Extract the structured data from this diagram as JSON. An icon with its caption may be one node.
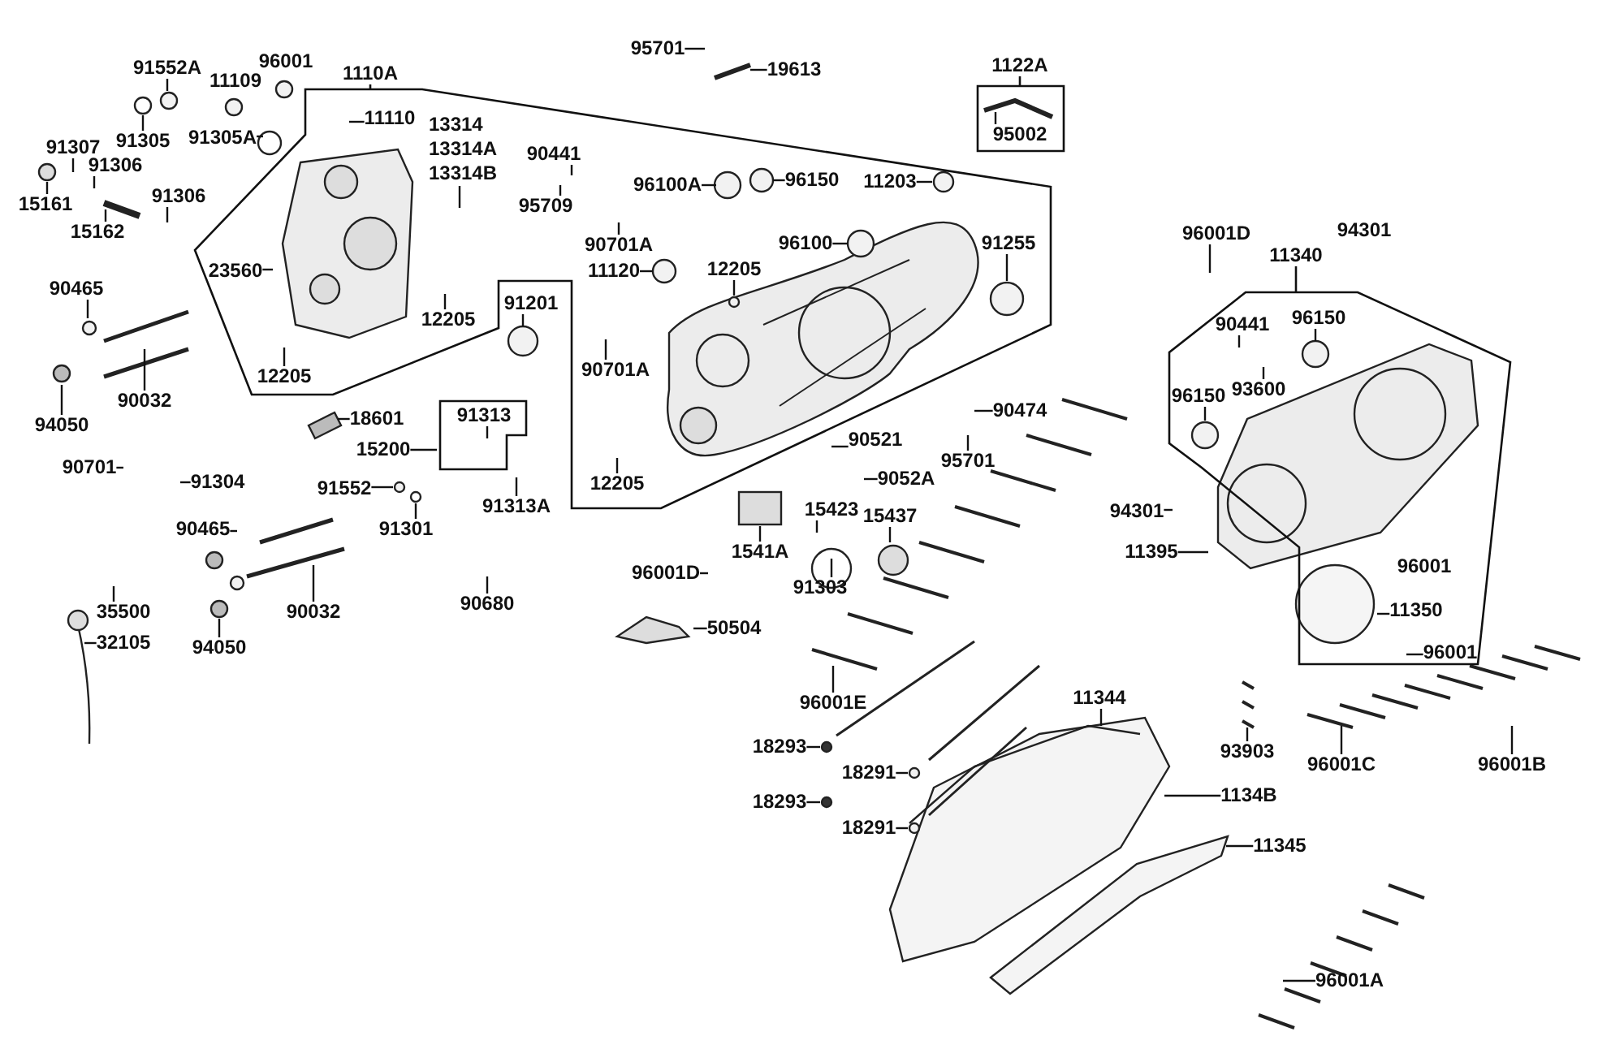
{
  "diagram": {
    "nodes": [
      {
        "text": [
          "1110A"
        ]
      },
      {
        "text": [
          "11110"
        ],
        "in": 0
      },
      {
        "text": [
          "13314",
          "13314A",
          "13314B"
        ],
        "in": 0
      },
      {
        "text": [
          "23560"
        ],
        "in": 0
      },
      {
        "text": [
          "12205"
        ],
        "in": 0
      },
      {
        "text": [
          "12205"
        ],
        "in": 0
      },
      {
        "text": [
          "90441"
        ],
        "in": 0
      },
      {
        "text": [
          "95709"
        ],
        "in": 0
      },
      {
        "text": [
          "96100A"
        ],
        "in": 0
      },
      {
        "text": [
          "96150"
        ],
        "in": 0
      },
      {
        "text": [
          "96100"
        ],
        "in": 0
      },
      {
        "text": [
          "11203"
        ],
        "in": 0
      },
      {
        "text": [
          "90701A"
        ],
        "in": 0
      },
      {
        "text": [
          "11120"
        ],
        "in": 0
      },
      {
        "text": [
          "12205"
        ],
        "in": 0
      },
      {
        "text": [
          "91255"
        ],
        "in": 0
      },
      {
        "text": [
          "90701A"
        ],
        "in": 0
      },
      {
        "text": [
          "12205"
        ],
        "in": 0
      },
      {
        "text": [
          "91552A"
        ]
      },
      {
        "text": [
          "91305"
        ]
      },
      {
        "text": [
          "91305A"
        ]
      },
      {
        "text": [
          "91307"
        ]
      },
      {
        "text": [
          "91306"
        ]
      },
      {
        "text": [
          "15161"
        ]
      },
      {
        "text": [
          "91306"
        ]
      },
      {
        "text": [
          "15162"
        ]
      },
      {
        "text": [
          "91201"
        ]
      },
      {
        "text": [
          "90465"
        ]
      },
      {
        "text": [
          "90032"
        ]
      },
      {
        "text": [
          "94050"
        ]
      },
      {
        "text": [],
        "shape": "box"
      },
      {
        "text": [
          "91313"
        ],
        "in": 30
      },
      {
        "text": [
          "18601"
        ]
      },
      {
        "text": [
          "15200"
        ]
      },
      {
        "text": [
          "91313A"
        ]
      },
      {
        "text": [
          "90701"
        ]
      },
      {
        "text": [
          "91304"
        ]
      },
      {
        "text": [
          "91552"
        ]
      },
      {
        "text": [
          "91301"
        ]
      },
      {
        "text": [
          "90465"
        ]
      },
      {
        "text": [
          "90032"
        ]
      },
      {
        "text": [
          "94050"
        ]
      },
      {
        "text": [
          "35500"
        ]
      },
      {
        "text": [
          "32105"
        ]
      },
      {
        "text": [
          "90680"
        ]
      },
      {
        "text": [
          "95701"
        ]
      },
      {
        "text": [
          "19613"
        ]
      },
      {
        "text": [
          "1122A"
        ]
      },
      {
        "text": [
          "95002"
        ],
        "in": 47
      },
      {
        "text": [
          "90474"
        ]
      },
      {
        "text": [
          "95701"
        ]
      },
      {
        "text": [
          "90521"
        ]
      },
      {
        "text": [
          "9052A"
        ]
      },
      {
        "text": [
          "15423"
        ]
      },
      {
        "text": [
          "15437"
        ]
      },
      {
        "text": [
          "1541A"
        ]
      },
      {
        "text": [
          "91303"
        ]
      },
      {
        "text": [
          "96001D"
        ]
      },
      {
        "text": [
          "50504"
        ]
      },
      {
        "text": [
          "96001E"
        ]
      },
      {
        "text": [
          "18293"
        ]
      },
      {
        "text": [
          "18291"
        ]
      },
      {
        "text": [
          "18293"
        ]
      },
      {
        "text": [
          "18291"
        ]
      },
      {
        "text": [
          "11344"
        ]
      },
      {
        "text": [
          "1134B"
        ]
      },
      {
        "text": [
          "11345"
        ]
      },
      {
        "text": [
          "96001A"
        ]
      },
      {
        "text": [
          "93903"
        ]
      },
      {
        "text": [
          "96001C"
        ]
      },
      {
        "text": [
          "96001B"
        ]
      },
      {
        "text": [
          "96001D"
        ]
      },
      {
        "text": [
          "11340"
        ]
      },
      {
        "text": [
          "90441"
        ],
        "in": 72
      },
      {
        "text": [
          "93600"
        ],
        "in": 72
      },
      {
        "text": [
          "96150"
        ],
        "in": 72
      },
      {
        "text": [
          "96150"
        ],
        "in": 72
      },
      {
        "text": [
          "11350"
        ],
        "in": 72
      },
      {
        "text": [
          "96001"
        ],
        "in": 72
      },
      {
        "text": [
          "94301"
        ]
      },
      {
        "text": [
          "11395"
        ]
      }
    ],
    "edges": [
      {
        "from": 1,
        "to": null,
        "arrow": "none"
      },
      {
        "from": 2,
        "to": null,
        "arrow": "none"
      },
      {
        "from": 3,
        "to": null,
        "arrow": "none"
      },
      {
        "from": 4,
        "to": null,
        "arrow": "none"
      },
      {
        "from": 5,
        "to": null,
        "arrow": "none"
      },
      {
        "from": 6,
        "to": null,
        "arrow": "none"
      },
      {
        "from": 7,
        "to": null,
        "arrow": "none"
      },
      {
        "from": 8,
        "to": null,
        "arrow": "none"
      },
      {
        "from": 9,
        "to": null,
        "arrow": "none"
      },
      {
        "from": 10,
        "to": null,
        "arrow": "none"
      },
      {
        "from": 11,
        "to": null,
        "arrow": "none"
      },
      {
        "from": 12,
        "to": null,
        "arrow": "none"
      },
      {
        "from": 13,
        "to": null,
        "arrow": "none"
      },
      {
        "from": 14,
        "to": null,
        "arrow": "none"
      },
      {
        "from": 15,
        "to": null,
        "arrow": "none"
      },
      {
        "from": 16,
        "to": null,
        "arrow": "none"
      },
      {
        "from": 17,
        "to": null,
        "arrow": "none"
      },
      {
        "from": 18,
        "to": null,
        "arrow": "none"
      },
      {
        "from": 19,
        "to": null,
        "arrow": "none"
      },
      {
        "from": 20,
        "to": null,
        "arrow": "none"
      },
      {
        "from": 21,
        "to": null,
        "arrow": "none"
      },
      {
        "from": 22,
        "to": null,
        "arrow": "none"
      },
      {
        "from": 23,
        "to": null,
        "arrow": "none"
      },
      {
        "from": 24,
        "to": null,
        "arrow": "none"
      },
      {
        "from": 25,
        "to": null,
        "arrow": "none"
      },
      {
        "from": 26,
        "to": null,
        "arrow": "none"
      },
      {
        "from": 27,
        "to": null,
        "arrow": "none"
      },
      {
        "from": 28,
        "to": null,
        "arrow": "none"
      },
      {
        "from": 29,
        "to": null,
        "arrow": "none"
      },
      {
        "from": 31,
        "to": null,
        "arrow": "none"
      },
      {
        "from": 32,
        "to": null,
        "arrow": "none"
      },
      {
        "from": 33,
        "to": 30,
        "arrow": "none"
      },
      {
        "from": 34,
        "to": null,
        "arrow": "none"
      },
      {
        "from": 35,
        "to": null,
        "arrow": "none"
      },
      {
        "from": 36,
        "to": null,
        "arrow": "none"
      },
      {
        "from": 37,
        "to": null,
        "arrow": "none"
      },
      {
        "from": 38,
        "to": null,
        "arrow": "none"
      },
      {
        "from": 39,
        "to": null,
        "arrow": "none"
      },
      {
        "from": 40,
        "to": null,
        "arrow": "none"
      },
      {
        "from": 41,
        "to": null,
        "arrow": "none"
      },
      {
        "from": 42,
        "to": null,
        "arrow": "none"
      },
      {
        "from": 43,
        "to": null,
        "arrow": "none"
      },
      {
        "from": 44,
        "to": null,
        "arrow": "none"
      },
      {
        "from": 45,
        "to": null,
        "arrow": "none"
      },
      {
        "from": 46,
        "to": null,
        "arrow": "none"
      },
      {
        "from": 48,
        "to": null,
        "arrow": "none"
      },
      {
        "from": 49,
        "to": null,
        "arrow": "none"
      },
      {
        "from": 50,
        "to": null,
        "arrow": "none"
      },
      {
        "from": 51,
        "to": null,
        "arrow": "none"
      },
      {
        "from": 52,
        "to": null,
        "arrow": "none"
      },
      {
        "from": 53,
        "to": null,
        "arrow": "none"
      },
      {
        "from": 54,
        "to": null,
        "arrow": "none"
      },
      {
        "from": 55,
        "to": null,
        "arrow": "none"
      },
      {
        "from": 56,
        "to": null,
        "arrow": "none"
      },
      {
        "from": 57,
        "to": null,
        "arrow": "none"
      },
      {
        "from": 58,
        "to": null,
        "arrow": "none"
      },
      {
        "from": 59,
        "to": null,
        "arrow": "none"
      },
      {
        "from": 60,
        "to": null,
        "arrow": "none"
      },
      {
        "from": 61,
        "to": null,
        "arrow": "none"
      },
      {
        "from": 62,
        "to": null,
        "arrow": "none"
      },
      {
        "from": 63,
        "to": null,
        "arrow": "none"
      },
      {
        "from": 64,
        "to": null,
        "arrow": "none"
      },
      {
        "from": 65,
        "to": null,
        "arrow": "none"
      },
      {
        "from": 66,
        "to": null,
        "arrow": "none"
      },
      {
        "from": 67,
        "to": null,
        "arrow": "none"
      },
      {
        "from": 68,
        "to": null,
        "arrow": "none"
      },
      {
        "from": 69,
        "to": null,
        "arrow": "none"
      },
      {
        "from": 70,
        "to": null,
        "arrow": "none"
      },
      {
        "from": 71,
        "to": null,
        "arrow": "none"
      },
      {
        "from": 73,
        "to": null,
        "arrow": "none"
      },
      {
        "from": 74,
        "to": null,
        "arrow": "none"
      },
      {
        "from": 75,
        "to": null,
        "arrow": "none"
      },
      {
        "from": 76,
        "to": null,
        "arrow": "none"
      },
      {
        "from": 77,
        "to": null,
        "arrow": "none"
      },
      {
        "from": 78,
        "to": null,
        "arrow": "none"
      },
      {
        "from": 79,
        "to": null,
        "arrow": "none"
      },
      {
        "from": 80,
        "to": null,
        "arrow": "none"
      }
    ],
    "labels": [
      "96001",
      "11109",
      "94301",
      "96001"
    ]
  }
}
